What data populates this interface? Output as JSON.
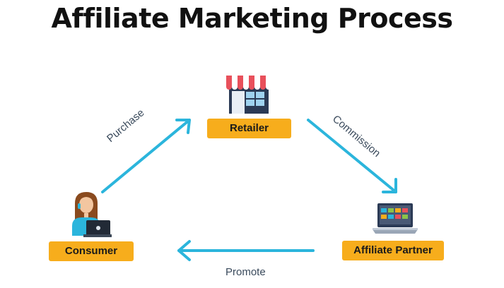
{
  "title": "Affiliate Marketing Process",
  "nodes": {
    "retailer": "Retailer",
    "consumer": "Consumer",
    "affiliate": "Affiliate Partner"
  },
  "edges": {
    "purchase": "Purchase",
    "commission": "Commission",
    "promote": "Promote"
  },
  "colors": {
    "arrow": "#2bb5dc",
    "label_bg": "#f7ad1c",
    "store_roof": "#e8505b",
    "store_body": "#2b3a55"
  },
  "icons": {
    "retailer": "store-icon",
    "consumer": "person-with-laptop-icon",
    "affiliate": "laptop-icon"
  }
}
